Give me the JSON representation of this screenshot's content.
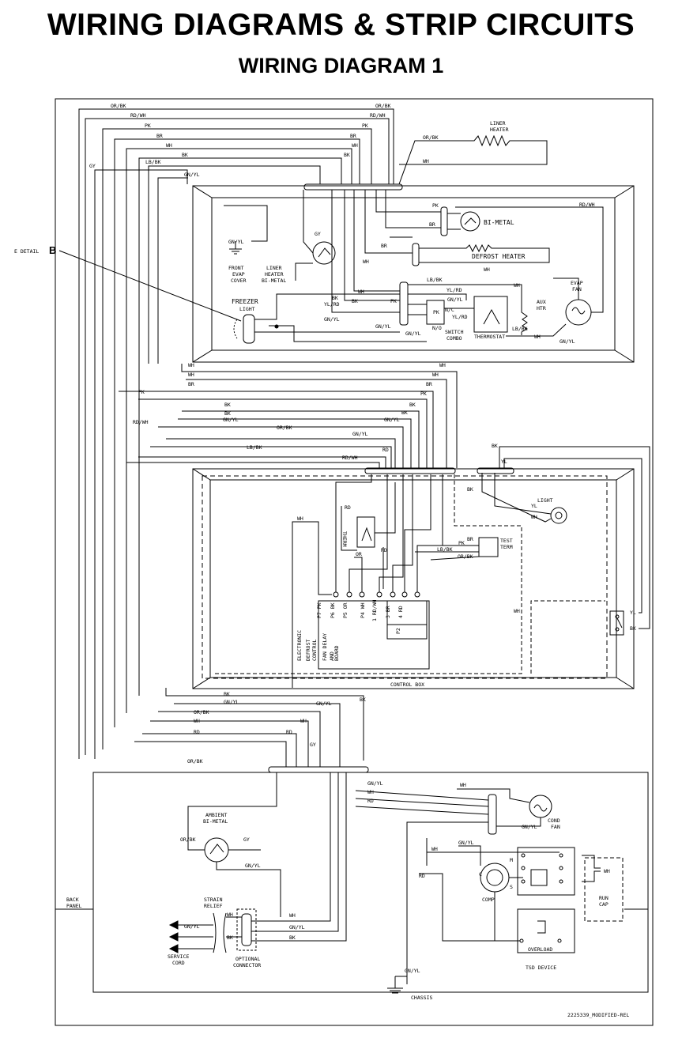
{
  "header": {
    "title": "WIRING DIAGRAMS & STRIP CIRCUITS",
    "subtitle": "WIRING DIAGRAM 1"
  },
  "detail": {
    "prefix": "E DETAIL",
    "letter": "B"
  },
  "wire_codes": {
    "or_bk": "OR/BK",
    "rd_wh": "RD/WH",
    "pk": "PK",
    "br": "BR",
    "bk": "BK",
    "wh": "WH",
    "gy": "GY",
    "lb_bk": "LB/BK",
    "gn_yl": "GN/YL",
    "yl_rd": "YL/RD",
    "rd": "RD",
    "yl": "YL",
    "or": "OR"
  },
  "freezer": {
    "liner_heater": [
      "LINER",
      "HEATER"
    ],
    "bi_metal": "BI-METAL",
    "defrost_heater": "DEFROST HEATER",
    "front_evap_cover": [
      "FRONT",
      "EVAP",
      "COVER"
    ],
    "liner_heater_bimetal": [
      "LINER",
      "HEATER",
      "BI-METAL"
    ],
    "freezer_light": [
      "FREEZER",
      "LIGHT"
    ],
    "evap_fan": [
      "EVAP",
      "FAN"
    ],
    "aux_htr": [
      "AUX",
      "HTR"
    ],
    "switch_combo": [
      "SWITCH",
      "COMBO"
    ],
    "thermostat": "THERMOSTAT",
    "no": "N/O",
    "nc": "N/C"
  },
  "control_box": {
    "label": "CONTROL BOX",
    "light": "LIGHT",
    "test_term": [
      "TEST",
      "TERM"
    ],
    "therm": "THERM",
    "board": [
      "ELECTRONIC",
      "DEFROST",
      "CONTROL",
      "AND",
      "FAN DELAY",
      "BOARD"
    ],
    "pins": [
      "P7 PK",
      "P6 BK",
      "P5 OR",
      "P4 WH",
      "3 BR",
      "4 RD"
    ],
    "p2_pins": [
      "1 RD/WH"
    ],
    "p2": "P2"
  },
  "back_panel": {
    "ambient": [
      "AMBIENT",
      "BI-METAL"
    ],
    "strain_relief": [
      "STRAIN",
      "RELIEF"
    ],
    "service_cord": [
      "SERVICE",
      "CORD"
    ],
    "optional_connector": [
      "OPTIONAL",
      "CONNECTOR"
    ],
    "cond_fan": [
      "COND",
      "FAN"
    ],
    "comp": "COMP",
    "run_cap": [
      "RUN",
      "CAP"
    ],
    "overload": "OVERLOAD",
    "tsd_device": "TSD DEVICE",
    "chassis": "CHASSIS",
    "back_panel_label": [
      "BACK",
      "PANEL"
    ],
    "c": "C",
    "m": "M",
    "s": "S"
  },
  "footer": {
    "drawing_number": "2225339_MODIFIED-REL"
  }
}
